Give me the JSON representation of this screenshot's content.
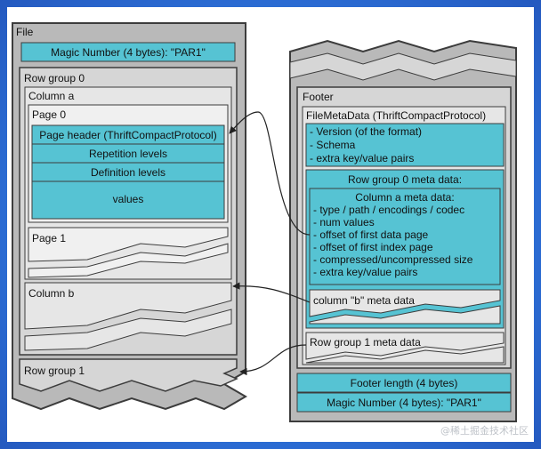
{
  "file": {
    "title": "File",
    "magic": "Magic Number (4 bytes): \"PAR1\"",
    "row_group_0": {
      "title": "Row group 0",
      "column_a": {
        "title": "Column a",
        "page_0": {
          "title": "Page 0",
          "header": "Page header (ThriftCompactProtocol)",
          "repetition": "Repetition levels",
          "definition": "Definition levels",
          "values": "values"
        },
        "page_1": "Page 1"
      },
      "column_b": "Column b"
    },
    "row_group_1": "Row group 1"
  },
  "footer": {
    "title": "Footer",
    "file_meta": {
      "title": "FileMetaData (ThriftCompactProtocol)",
      "items": [
        "- Version (of the format)",
        "- Schema",
        "- extra key/value pairs"
      ],
      "row_group_0_meta": {
        "title": "Row group 0 meta data:",
        "column_a_meta": {
          "title": "Column a meta data:",
          "items": [
            "- type / path / encodings / codec",
            "- num values",
            "- offset of first data page",
            "- offset of first index page",
            "- compressed/uncompressed size",
            "- extra key/value pairs"
          ]
        },
        "column_b_meta": "column \"b\" meta data"
      },
      "row_group_1_meta": "Row group 1 meta data"
    },
    "length": "Footer length (4 bytes)",
    "magic": "Magic Number (4 bytes): \"PAR1\""
  },
  "watermark": "@稀土掘金技术社区",
  "colors": {
    "cyan": "#56c3d3",
    "gray_outer": "#b9b9b9",
    "gray_inner": "#d6d6d6",
    "gray_light": "#e6e6e6",
    "border": "#3c3c3c"
  }
}
